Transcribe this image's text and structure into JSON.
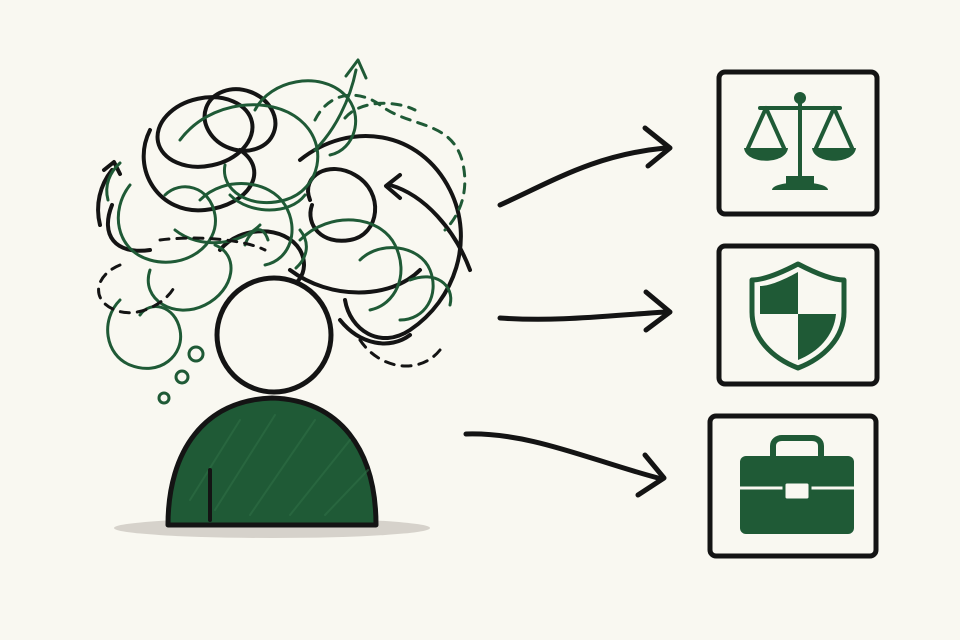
{
  "colors": {
    "background": "#f9f8f1",
    "ink": "#141414",
    "green": "#1f5a36",
    "green_light": "#2f6e45",
    "shadow": "#c9c6bd"
  },
  "scene": {
    "person": {
      "icon": "person-icon"
    },
    "thoughts": {
      "icon": "tangled-thoughts-icon"
    },
    "options": [
      {
        "id": "legal",
        "icon": "scales-of-justice-icon"
      },
      {
        "id": "security",
        "icon": "shield-icon"
      },
      {
        "id": "business",
        "icon": "briefcase-icon"
      }
    ]
  }
}
